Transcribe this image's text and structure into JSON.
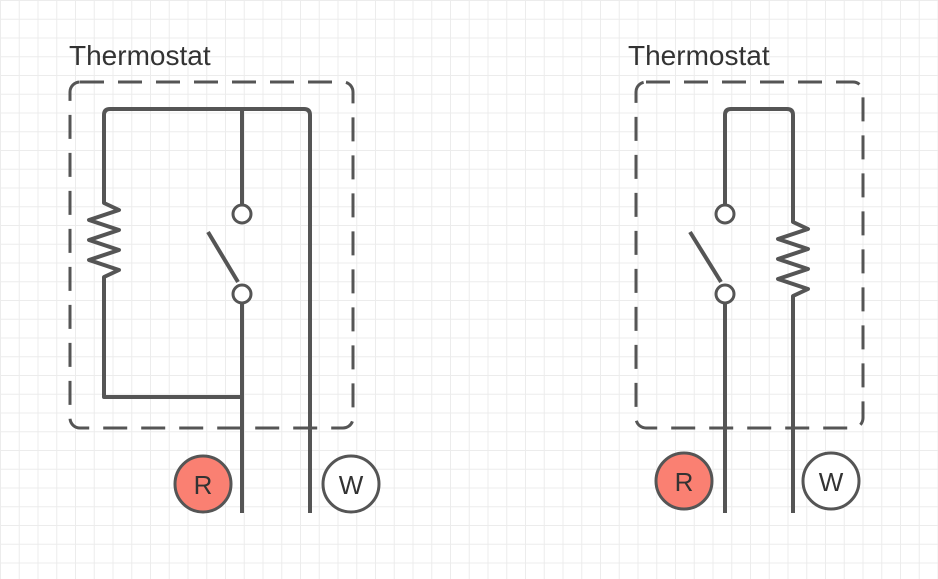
{
  "diagrams": [
    {
      "label": "Thermostat",
      "terminals": [
        {
          "id": "R",
          "label": "R",
          "color": "#fa8072"
        },
        {
          "id": "W",
          "label": "W",
          "color": "#ffffff"
        }
      ]
    },
    {
      "label": "Thermostat",
      "terminals": [
        {
          "id": "R",
          "label": "R",
          "color": "#fa8072"
        },
        {
          "id": "W",
          "label": "W",
          "color": "#ffffff"
        }
      ]
    }
  ],
  "colors": {
    "wire": "#555555",
    "grid": "#ececec",
    "text": "#333333"
  }
}
